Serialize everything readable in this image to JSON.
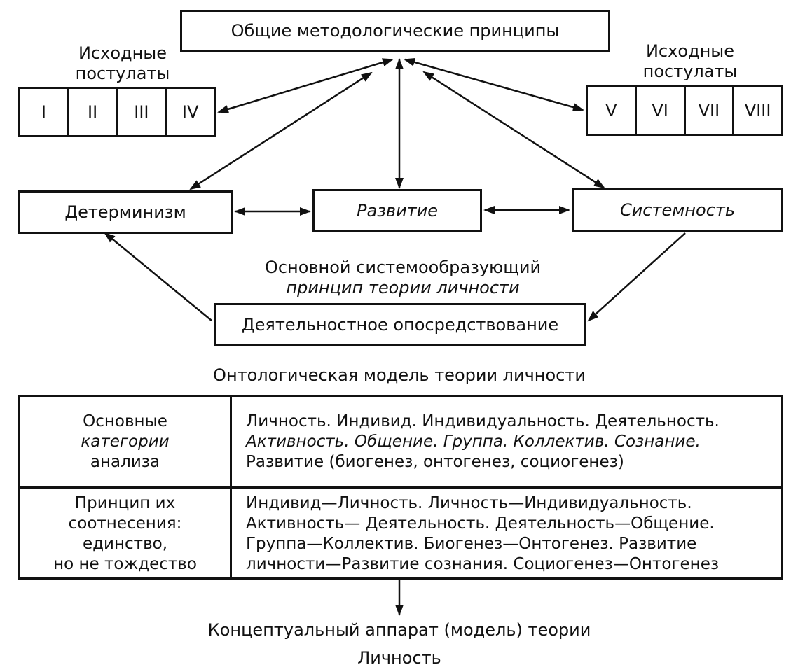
{
  "top_box": {
    "label": "Общие методологические принципы"
  },
  "postulates_left": {
    "caption_line1": "Исходные",
    "caption_line2": "постулаты",
    "items": [
      "I",
      "II",
      "III",
      "IV"
    ]
  },
  "postulates_right": {
    "caption_line1": "Исходные",
    "caption_line2": "постулаты",
    "items": [
      "V",
      "VI",
      "VII",
      "VIII"
    ]
  },
  "principles": {
    "determinism": "Детерминизм",
    "development": "Развитие",
    "systemness": "Системность"
  },
  "core_caption": {
    "line1": "Основной системообразующий",
    "line2": "принцип теории личности"
  },
  "activity_box": {
    "label": "Деятельностное опосредствование"
  },
  "model_title": "Онтологическая модель теории личности",
  "table": {
    "rows": [
      {
        "header": [
          "Основные",
          "категории",
          "анализа"
        ],
        "content": [
          "Личность. Индивид. Индивидуальность. Деятельность.",
          "Активность. Общение. Группа. Коллектив. Сознание.",
          "Развитие (биогенез, онтогенез, социогенез)"
        ]
      },
      {
        "header": [
          "Принцип их",
          "соотнесения:",
          "единство,",
          "но не тождество"
        ],
        "content": [
          "Индивид—Личность. Личность—Индивидуальность.",
          "Активность— Деятельность. Деятельность—Общение.",
          "Группа—Коллектив. Биогенез—Онтогенез. Развитие",
          "личности—Развитие сознания. Социогенез—Онтогенез"
        ]
      }
    ]
  },
  "bottom_caption": {
    "line1": "Концептуальный аппарат (модель) теории",
    "line2": "Личность"
  }
}
